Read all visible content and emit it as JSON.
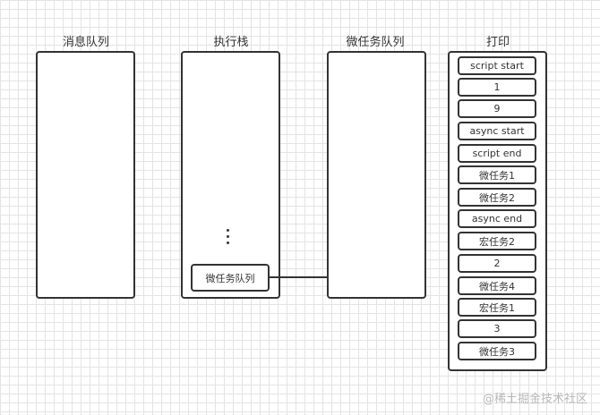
{
  "columns": {
    "message_queue": "消息队列",
    "call_stack": "执行栈",
    "microtask_queue": "微任务队列",
    "print": "打印"
  },
  "call_stack_item": "微任务队列",
  "print_items": [
    "script start",
    "1",
    "9",
    "async start",
    "script end",
    "微任务1",
    "微任务2",
    "async end",
    "宏任务2",
    "2",
    "微任务4",
    "宏任务1",
    "3",
    "微任务3"
  ],
  "watermark": "@稀土掘金技术社区"
}
